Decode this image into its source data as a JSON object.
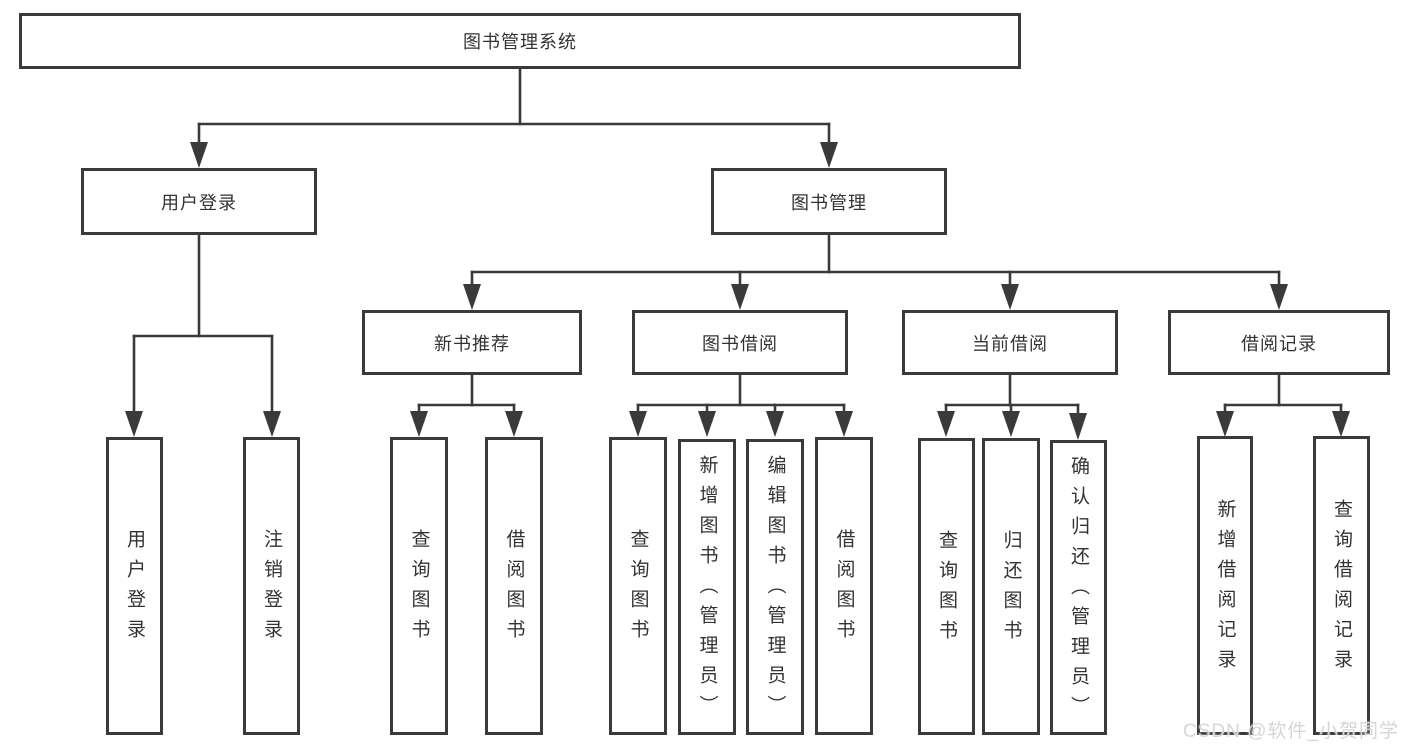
{
  "diagram": {
    "root": {
      "label": "图书管理系统"
    },
    "branches": {
      "user_login": {
        "label": "用户登录",
        "children": [
          "用户登录",
          "注销登录"
        ]
      },
      "book_mgmt": {
        "label": "图书管理"
      }
    },
    "modules": {
      "new_book": {
        "label": "新书推荐",
        "children": [
          "查询图书",
          "借阅图书"
        ]
      },
      "book_borrow": {
        "label": "图书借阅",
        "children": [
          "查询图书",
          "新增图书（管理员）",
          "编辑图书（管理员）",
          "借阅图书"
        ]
      },
      "current_borrow": {
        "label": "当前借阅",
        "children": [
          "查询图书",
          "归还图书",
          "确认归还（管理员）"
        ]
      },
      "borrow_record": {
        "label": "借阅记录",
        "children": [
          "新增借阅记录",
          "查询借阅记录"
        ]
      }
    },
    "line_color": "#3a3a3a"
  },
  "watermark": {
    "text": "CSDN @软件_小贺同学"
  }
}
